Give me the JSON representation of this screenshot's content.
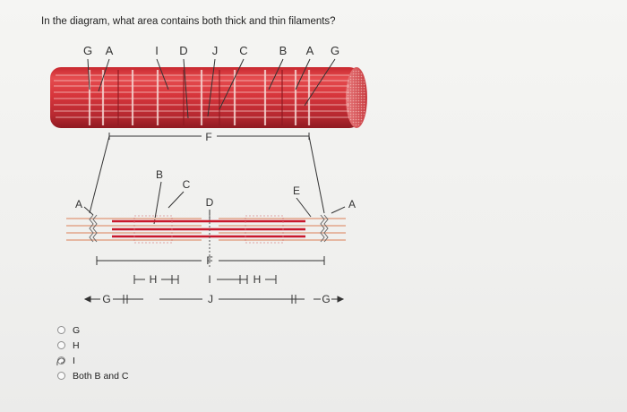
{
  "question": "In the diagram, what area contains both thick and thin filaments?",
  "diagram": {
    "top_labels": [
      "G",
      "A",
      "I",
      "D",
      "J",
      "C",
      "B",
      "A",
      "G"
    ],
    "f_top": "F",
    "side_left": "A",
    "side_right": "A",
    "label_b": "B",
    "label_c": "C",
    "label_d": "D",
    "label_e": "E",
    "f_bottom": "F",
    "h_left": "H",
    "i_center": "I",
    "h_right": "H",
    "g_left": "G",
    "j_center": "J",
    "g_right": "G"
  },
  "options": [
    {
      "label": "G",
      "selected": false
    },
    {
      "label": "H",
      "selected": false
    },
    {
      "label": "I",
      "selected": false
    },
    {
      "label": "Both B and C",
      "selected": false
    }
  ],
  "colors": {
    "muscle_red": "#d8363c",
    "muscle_dark": "#a31d24",
    "thick_filament": "#c9182c",
    "thin_filament": "#e6b8a3"
  }
}
